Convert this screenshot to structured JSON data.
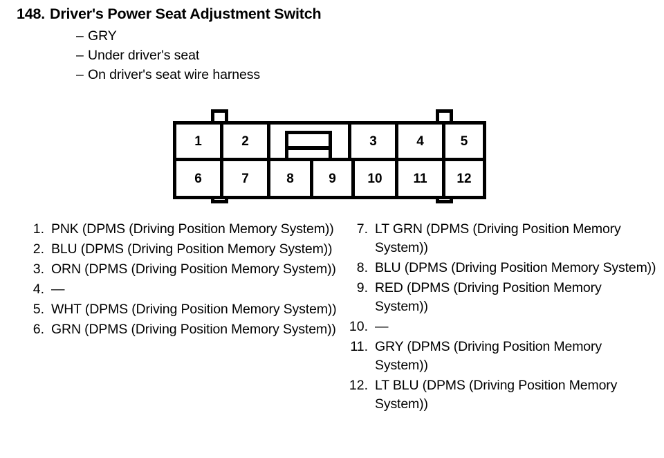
{
  "header": {
    "number": "148.",
    "title": "Driver's Power Seat Adjustment Switch",
    "bullets": [
      {
        "dash": "–",
        "text": "GRY"
      },
      {
        "dash": "–",
        "text": "Under driver's seat"
      },
      {
        "dash": "–",
        "text": "On driver's seat wire harness"
      }
    ]
  },
  "connector": {
    "name": "12-pin connector pinout",
    "top_row": [
      "1",
      "2",
      "3",
      "4",
      "5"
    ],
    "bottom_row": [
      "6",
      "7",
      "8",
      "9",
      "10",
      "11",
      "12"
    ],
    "tabs": [
      "top-left-tab",
      "top-right-tab",
      "bottom-left-tab",
      "bottom-right-tab"
    ],
    "key_slot": "keyed-slot"
  },
  "legend": {
    "left": [
      {
        "num": "1.",
        "text": "PNK (DPMS (Driving Position Memory System))"
      },
      {
        "num": "2.",
        "text": "BLU (DPMS (Driving Position Memory System))"
      },
      {
        "num": "3.",
        "text": "ORN (DPMS (Driving Position Memory System))"
      },
      {
        "num": "4.",
        "text": "—"
      },
      {
        "num": "5.",
        "text": "WHT (DPMS (Driving Position Memory System))"
      },
      {
        "num": "6.",
        "text": "GRN (DPMS (Driving Position Memory System))"
      }
    ],
    "right": [
      {
        "num": "7.",
        "text": "LT GRN (DPMS (Driving Position Memory System))"
      },
      {
        "num": "8.",
        "text": "BLU (DPMS (Driving Position Memory System))"
      },
      {
        "num": "9.",
        "text": "RED (DPMS (Driving Position Memory System))"
      },
      {
        "num": "10.",
        "text": "—"
      },
      {
        "num": "11.",
        "text": "GRY (DPMS (Driving Position Memory System))"
      },
      {
        "num": "12.",
        "text": "LT BLU (DPMS (Driving Position Memory System))"
      }
    ]
  },
  "colors": {
    "ink": "#000000",
    "paper": "#ffffff"
  }
}
